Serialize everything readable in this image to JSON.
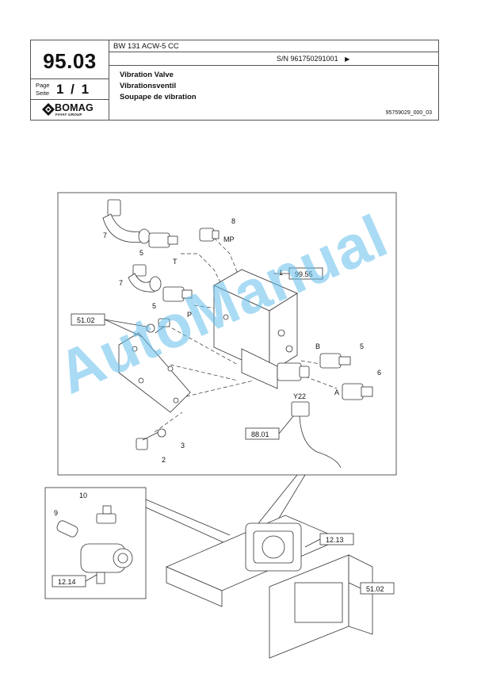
{
  "header": {
    "section_number": "95.03",
    "page_label_en": "Page",
    "page_label_de": "Seite",
    "page_count": "1 / 1",
    "model": "BW 131 ACW-5 CC",
    "serial": "S/N 961750291001",
    "serial_arrow": "▶",
    "title_en": "Vibration Valve",
    "title_de": "Vibrationsventil",
    "title_fr": "Soupape de vibration",
    "document_id": "95759029_000_03",
    "logo_text": "BOMAG",
    "logo_subtext": "FAYAT GROUP"
  },
  "diagram": {
    "callouts": [
      "1",
      "2",
      "3",
      "5",
      "5",
      "5",
      "6",
      "7",
      "7",
      "8",
      "9",
      "10"
    ],
    "ports": [
      "T",
      "P",
      "MP",
      "B",
      "A",
      "Y22"
    ],
    "references": [
      "99.55",
      "51.02",
      "88.01",
      "12.13",
      "12.14",
      "51.02"
    ]
  },
  "watermark": "AutoManual",
  "colors": {
    "line": "#333333",
    "watermark": "#64bee8"
  }
}
